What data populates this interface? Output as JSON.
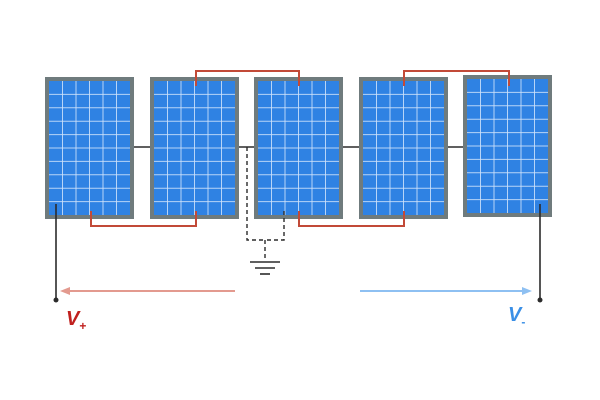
{
  "diagram": {
    "panel_count": 5,
    "panel_grid": {
      "columns": 6,
      "rows": 10
    },
    "colors": {
      "panel_cell": "#2f82e3",
      "panel_frame": "#6f7b7d",
      "grid": "#cfe3fb",
      "wire_red": "#c24a38",
      "wire_black": "#2b2b2b",
      "positive": "#c0201e",
      "negative": "#3a8fe6"
    },
    "labels": {
      "positive": {
        "main": "V",
        "sub": "+"
      },
      "negative": {
        "main": "V",
        "sub": "-"
      }
    }
  }
}
